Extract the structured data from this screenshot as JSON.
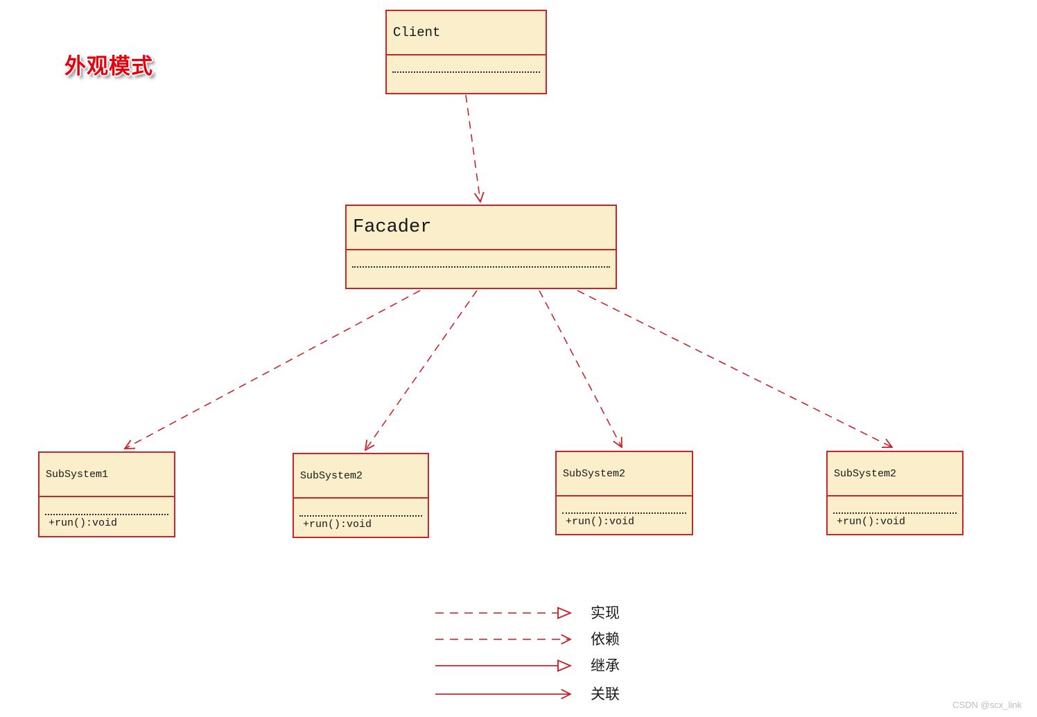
{
  "title": "外观模式",
  "classes": {
    "client": {
      "name": "Client",
      "method": ""
    },
    "facade": {
      "name": "Facader",
      "method": ""
    },
    "sub1": {
      "name": "SubSystem1",
      "method": "+run():void"
    },
    "sub2": {
      "name": "SubSystem2",
      "method": "+run():void"
    },
    "sub3": {
      "name": "SubSystem2",
      "method": "+run():void"
    },
    "sub4": {
      "name": "SubSystem2",
      "method": "+run():void"
    }
  },
  "relations": [
    {
      "from": "Client",
      "to": "Facader",
      "type": "dependency"
    },
    {
      "from": "Facader",
      "to": "SubSystem1",
      "type": "dependency"
    },
    {
      "from": "Facader",
      "to": "SubSystem2",
      "type": "dependency"
    },
    {
      "from": "Facader",
      "to": "SubSystem2",
      "type": "dependency"
    },
    {
      "from": "Facader",
      "to": "SubSystem2",
      "type": "dependency"
    }
  ],
  "legend": {
    "realization": "实现",
    "dependency": "依赖",
    "inheritance": "继承",
    "association": "关联"
  },
  "watermark": "CSDN @scx_link",
  "colors": {
    "box_fill": "#FBEFCB",
    "box_border": "#C9252B",
    "connector": "#C9252B",
    "dashed_legend": "#D23C3C",
    "title_red": "#E8000D",
    "watermark_gray": "#B9BDC3"
  }
}
